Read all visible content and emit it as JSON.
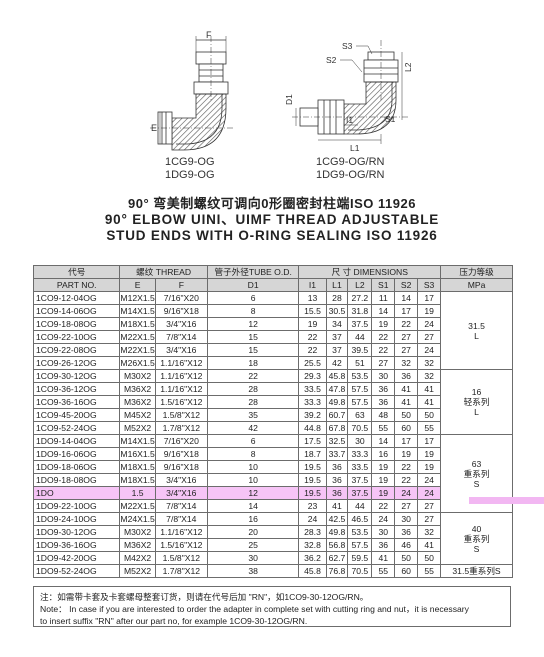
{
  "captions": {
    "left": [
      "1CG9-OG",
      "1DG9-OG"
    ],
    "right": [
      "1CG9-OG/RN",
      "1DG9-OG/RN"
    ]
  },
  "dim_labels": {
    "left": [
      "F",
      "E"
    ],
    "right": [
      "S2",
      "S3",
      "L2",
      "D1",
      "I1",
      "S1",
      "L1"
    ]
  },
  "title": {
    "cn": "90° 弯美制螺纹可调向0形圈密封柱端ISO 11926",
    "en1": "90° ELBOW UINI、UIMF THREAD ADJUSTABLE",
    "en2": "STUD ENDS WITH O-RING SEALING ISO 11926"
  },
  "table": {
    "header": {
      "part_cn": "代号",
      "part_en": "PART NO.",
      "thread": "螺纹 THREAD",
      "e": "E",
      "f": "F",
      "tube": "管子外径TUBE O.D.",
      "d1": "D1",
      "dims": "尺 寸   DIMENSIONS",
      "cols": [
        "I1",
        "L1",
        "L2",
        "S1",
        "S2",
        "S3"
      ],
      "pressure_cn": "压力等级",
      "pressure_en": "MPa"
    },
    "groups": [
      {
        "label": [
          "31.5",
          "L"
        ],
        "rows": [
          [
            "1CO9-12-04OG",
            "M12X1.5",
            "7/16\"X20",
            "6",
            "13",
            "28",
            "27.2",
            "11",
            "14",
            "17"
          ],
          [
            "1CO9-14-06OG",
            "M14X1.5",
            "9/16\"X18",
            "8",
            "15.5",
            "30.5",
            "31.8",
            "14",
            "17",
            "19"
          ],
          [
            "1CO9-18-08OG",
            "M18X1.5",
            "3/4\"X16",
            "12",
            "19",
            "34",
            "37.5",
            "19",
            "22",
            "24"
          ],
          [
            "1CO9-22-10OG",
            "M22X1.5",
            "7/8\"X14",
            "15",
            "22",
            "37",
            "44",
            "22",
            "27",
            "27"
          ],
          [
            "1CO9-22-08OG",
            "M22X1.5",
            "3/4\"X16",
            "15",
            "22",
            "37",
            "39.5",
            "22",
            "27",
            "24"
          ],
          [
            "1CO9-26-12OG",
            "M26X1.5",
            "1.1/16\"X12",
            "18",
            "25.5",
            "42",
            "51",
            "27",
            "32",
            "32"
          ]
        ]
      },
      {
        "label": [
          "16",
          "轻系列",
          "L"
        ],
        "rows": [
          [
            "1CO9-30-12OG",
            "M30X2",
            "1.1/16\"X12",
            "22",
            "29.3",
            "45.8",
            "53.5",
            "30",
            "36",
            "32"
          ],
          [
            "1CO9-36-12OG",
            "M36X2",
            "1.1/16\"X12",
            "28",
            "33.5",
            "47.8",
            "57.5",
            "36",
            "41",
            "41"
          ],
          [
            "1CO9-36-16OG",
            "M36X2",
            "1.5/16\"X12",
            "28",
            "33.3",
            "49.8",
            "57.5",
            "36",
            "41",
            "41"
          ],
          [
            "1CO9-45-20OG",
            "M45X2",
            "1.5/8\"X12",
            "35",
            "39.2",
            "60.7",
            "63",
            "48",
            "50",
            "50"
          ],
          [
            "1CO9-52-24OG",
            "M52X2",
            "1.7/8\"X12",
            "42",
            "44.8",
            "67.8",
            "70.5",
            "55",
            "60",
            "55"
          ]
        ]
      },
      {
        "label": [
          "63",
          "重系列",
          "S"
        ],
        "rows": [
          [
            "1DO9-14-04OG",
            "M14X1.5",
            "7/16\"X20",
            "6",
            "17.5",
            "32.5",
            "30",
            "14",
            "17",
            "17"
          ],
          [
            "1DO9-16-06OG",
            "M16X1.5",
            "9/16\"X18",
            "8",
            "18.7",
            "33.7",
            "33.3",
            "16",
            "19",
            "19"
          ],
          [
            "1DO9-18-06OG",
            "M18X1.5",
            "9/16\"X18",
            "10",
            "19.5",
            "36",
            "33.5",
            "19",
            "22",
            "19"
          ],
          [
            "1DO9-18-08OG",
            "M18X1.5",
            "3/4\"X16",
            "10",
            "19.5",
            "36",
            "37.5",
            "19",
            "22",
            "24"
          ],
          [
            "1DO",
            "1.5",
            "3/4\"X16",
            "12",
            "19.5",
            "36",
            "37.5",
            "19",
            "24",
            "24"
          ],
          [
            "1DO9-22-10OG",
            "M22X1.5",
            "7/8\"X14",
            "14",
            "23",
            "41",
            "44",
            "22",
            "27",
            "27"
          ]
        ]
      },
      {
        "label": [
          "40",
          "重系列",
          "S"
        ],
        "rows": [
          [
            "1DO9-24-10OG",
            "M24X1.5",
            "7/8\"X14",
            "16",
            "24",
            "42.5",
            "46.5",
            "24",
            "30",
            "27"
          ],
          [
            "1DO9-30-12OG",
            "M30X2",
            "1.1/16\"X12",
            "20",
            "28.3",
            "49.8",
            "53.5",
            "30",
            "36",
            "32"
          ],
          [
            "1DO9-36-16OG",
            "M36X2",
            "1.5/16\"X12",
            "25",
            "32.8",
            "56.8",
            "57.5",
            "36",
            "46",
            "41"
          ],
          [
            "1DO9-42-20OG",
            "M42X2",
            "1.5/8\"X12",
            "30",
            "36.2",
            "62.7",
            "59.5",
            "41",
            "50",
            "50"
          ]
        ]
      },
      {
        "label": [
          "31.5重系列S"
        ],
        "rows": [
          [
            "1DO9-52-24OG",
            "M52X2",
            "1.7/8\"X12",
            "38",
            "45.8",
            "76.8",
            "70.5",
            "55",
            "60",
            "55"
          ]
        ]
      }
    ]
  },
  "note": {
    "cn": "注：如需带卡套及卡套螺母整套订货，则请在代号后加 \"RN\"，如1CO9-30-12OG/RN。",
    "en1": "Note： In case if you are interested to order the adapter in complete set with cutting ring and nut，it is necessary",
    "en2": "to insert suffix \"RN\" after our part no, for example 1CO9-30-12OG/RN."
  }
}
